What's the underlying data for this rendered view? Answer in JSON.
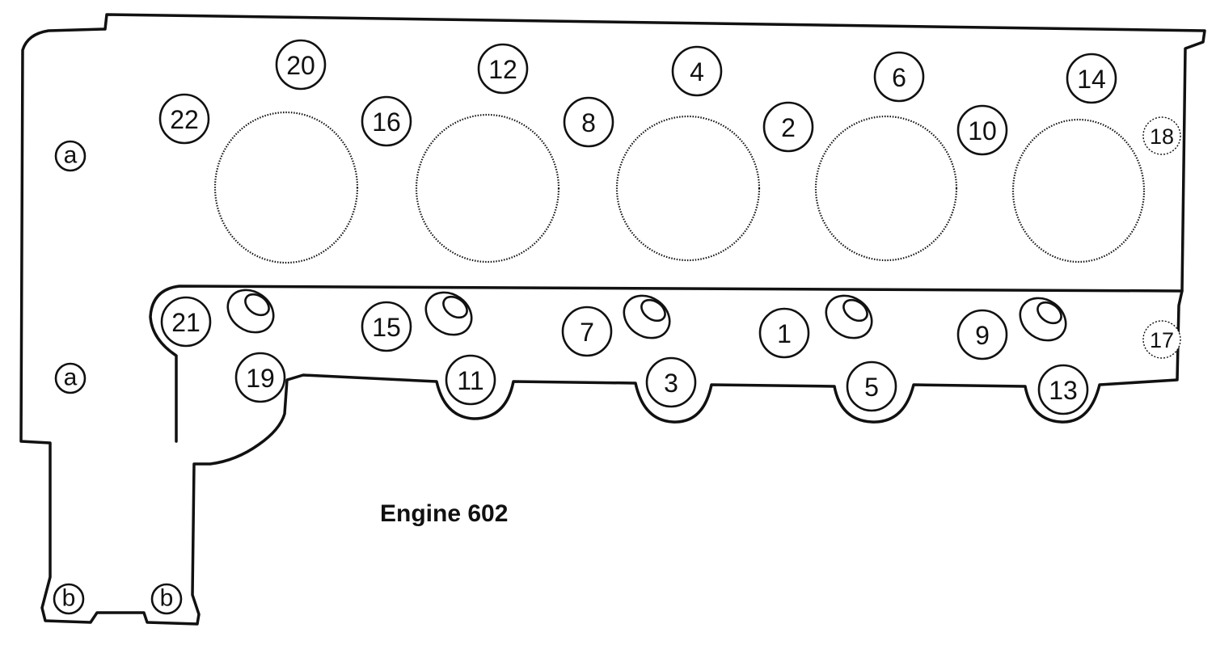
{
  "caption": "Engine 602",
  "bolts": [
    "1",
    "2",
    "3",
    "4",
    "5",
    "6",
    "7",
    "8",
    "9",
    "10",
    "11",
    "12",
    "13",
    "14",
    "15",
    "16",
    "17",
    "18",
    "19",
    "20",
    "21",
    "22"
  ],
  "dowels": [
    "a",
    "a",
    "b",
    "b"
  ],
  "cylinder_bore_count": 5
}
